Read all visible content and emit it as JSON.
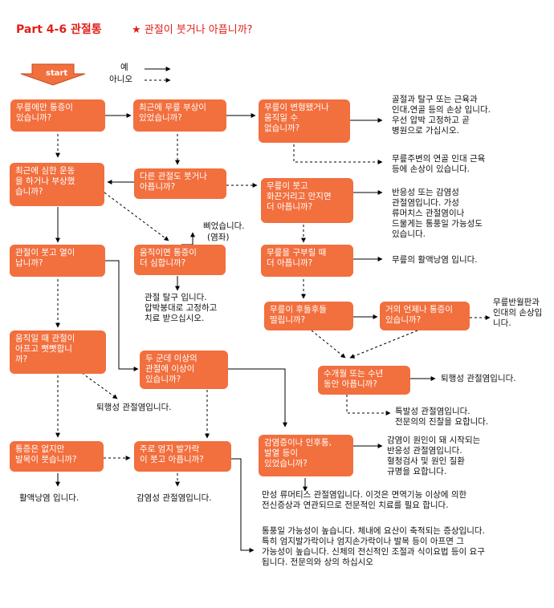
{
  "header": {
    "title": "Part 4-6 관절통",
    "subtitle": "★ 관절이 붓거나 아픕니까?"
  },
  "legend": {
    "start": "start",
    "yes": "예",
    "no": "아니오"
  },
  "colors": {
    "box": "#f26f3e",
    "title": "#e0201b"
  },
  "questions": {
    "q1": "무릎에만 통증이\n있습니까?",
    "q2": "최근에 무릎 부상이\n있었습니까?",
    "q3": "무릎이 변형됐거나\n움직일 수\n없습니까?",
    "q4": "최근에 심한 운동\n을 하거나 부상했\n습니까?",
    "q5": "다른 관절도 붓거나\n아픕니까?",
    "q6": "무릎이 붓고\n화끈거리고 만지면\n더 아픕니까?",
    "q7": "관절이 붓고 열이\n납니까?",
    "q8": "움직이면 통증이\n더 심합니까?",
    "q9": "무릎을 구부릴 때\n더 아픕니까?",
    "q10": "무릎이 후들후들\n떨립니까?",
    "q11": "거의 언제나 통증이\n있습니까?",
    "q12": "움직일 때 관절이\n아프고  뻣뻣합니\n까?",
    "q13": "두 군데 이상의\n관절에 이상이\n있습니까?",
    "q14": "수개월 또는 수년\n동안 아픕니까?",
    "q15": "통증은 없지만\n발목이 붓습니까?",
    "q16": "주로 엄지 발가락\n이 붓고 아픕니까?",
    "q17": "감염증이나 인후통,\n발열 등이\n있었습니까?"
  },
  "results": {
    "r1": "골절과 탈구 또는 근육과\n인대,연골 등의 손상 입니다.\n우선 압박 고정하고 곧\n병원으로 가십시오.",
    "r2": "무릎주변의 연골 인대 근육\n등에 손상이 있습니다.",
    "r3": "반응성 또는 감염성\n관절염입니다. 가성\n류머치스 관절염이나\n드물게는 통풍일 가능성도\n있습니다.",
    "r4a": "삐었습니다.",
    "r4b": "(염좌)",
    "r5": "무릎의 활액낭염 입니다.",
    "r6": "관절 탈구 입니다.\n압박붕대로 고정하고\n치료 받으십시오.",
    "r7": "무릎반월판과\n인대의 손상입\n니다.",
    "r8": "퇴행성 관절염입니다.",
    "r9": "퇴행성 관절염입니다.",
    "r10": "특발성 관절염입니다.\n전문의의 진찰을 요합니다.",
    "r11": "감염이 원인이 돼 시작되는\n반응성 관절염입니다.\n혈청검사 및 원인 질환\n규명을 요합니다.",
    "r12": "활액낭염 입니다.",
    "r13": "감염성 관절염입니다.",
    "r14": "만성 류머티스 관절염입니다. 이것은 면역기능 이상에 의한\n전신증상과 연관되므로 전문적인 치료를 필요 합니다.",
    "r15": "통풍일 가능성이 높습니다. 체내에 요산이 축적되는 증상입니다.\n특히 엄지발가락이나 엄지손가락이나 발목 등이 아프면 그\n가능성이 높습니다. 신체의 전신적인 조절과 식이요법 등이 요구\n됩니다. 전문의와 상의 하십시오"
  }
}
